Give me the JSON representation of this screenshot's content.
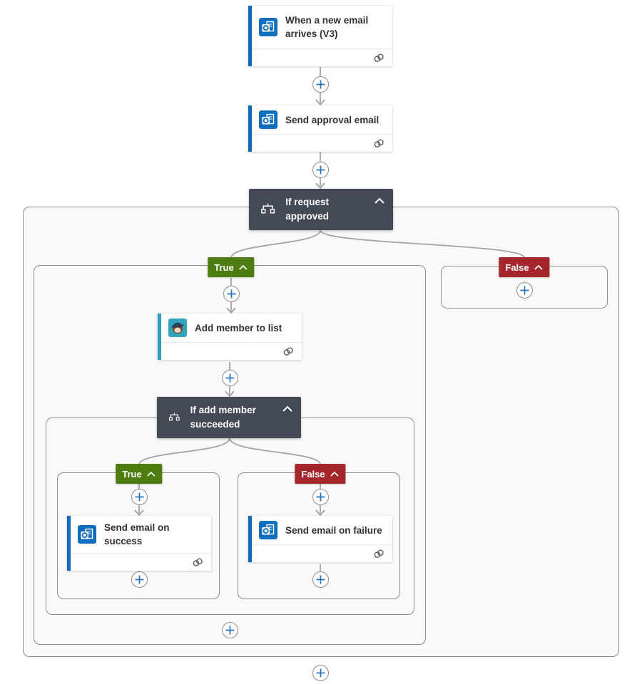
{
  "flow": {
    "trigger": {
      "title": "When a new email arrives (V3)",
      "icon": "outlook-icon"
    },
    "send_approval": {
      "title": "Send approval email",
      "icon": "outlook-icon"
    },
    "condition_request": {
      "title": "If request approved",
      "icon": "condition-icon"
    },
    "add_member": {
      "title": "Add member to list",
      "icon": "mailchimp-icon"
    },
    "condition_add_member": {
      "title": "If add member succeeded",
      "icon": "condition-icon"
    },
    "send_success": {
      "title": "Send email on success",
      "icon": "outlook-icon"
    },
    "send_failure": {
      "title": "Send email on failure",
      "icon": "outlook-icon"
    },
    "branch_labels": {
      "true": "True",
      "false": "False"
    }
  },
  "colors": {
    "action_accent_blue": "#0f6cbd",
    "mailchimp_teal": "#2b9eba",
    "condition_dark": "#434a55",
    "true_green": "#4d7d0f",
    "false_red": "#a4262c",
    "plus_blue": "#2272c3",
    "connector_gray": "#a6a4a2",
    "scope_border_gray": "#8f8d8b",
    "scope_background": "#faf9f8"
  }
}
